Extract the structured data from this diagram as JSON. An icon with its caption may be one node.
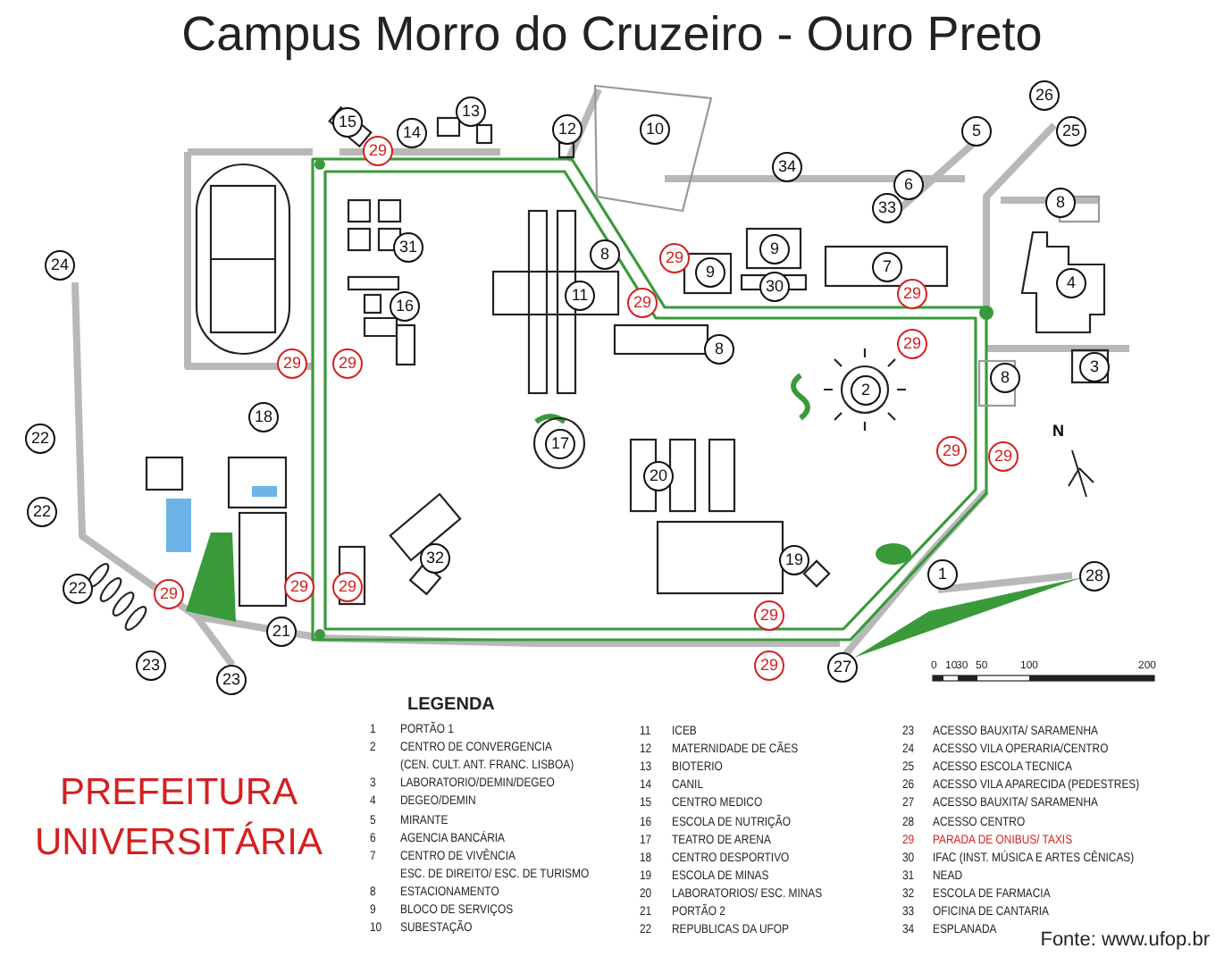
{
  "diagram": {
    "title": "Campus Morro do Cruzeiro - Ouro Preto",
    "caption": "Fonte: www.ufop.br",
    "labels": [
      "26",
      "15",
      "14",
      "13",
      "12",
      "10",
      "5",
      "25",
      "29",
      "34",
      "6",
      "8",
      "33",
      "31",
      "9",
      "8",
      "29",
      "24",
      "7",
      "9",
      "30",
      "29",
      "4",
      "16",
      "11",
      "29",
      "29",
      "8",
      "29",
      "29",
      "3",
      "8",
      "2",
      "18",
      "22",
      "17",
      "29",
      "29",
      "20",
      "22",
      "32",
      "19",
      "1",
      "28",
      "22",
      "29",
      "29",
      "29",
      "29",
      "21",
      "23",
      "29",
      "27",
      "23",
      "N",
      "0",
      "10",
      "30",
      "50",
      "100",
      "200",
      "LEGENDA",
      "PREFEITURA UNIVERSITÁRIA",
      "1",
      "PORTÃO 1",
      "2",
      "CENTRO DE CONVERGENCIA",
      "(CEN. CULT. ANT. FRANC. LISBOA)",
      "3",
      "LABORATORIO/DEMIN/DEGEO",
      "4",
      "DEGEO/DEMIN",
      "5",
      "MIRANTE",
      "6",
      "AGENCIA BANCÁRIA",
      "7",
      "CENTRO DE VIVÊNCIA",
      "ESC. DE DIREITO/ ESC. DE TURISMO",
      "8",
      "ESTACIONAMENTO",
      "9",
      "BLOCO DE SERVIÇOS",
      "10",
      "SUBESTAÇÃO",
      "11",
      "ICEB",
      "12",
      "MATERNIDADE DE CÃES",
      "13",
      "BIOTERIO",
      "14",
      "CANIL",
      "15",
      "CENTRO MEDICO",
      "16",
      "ESCOLA DE NUTRIÇÃO",
      "17",
      "TEATRO DE ARENA",
      "18",
      "CENTRO DESPORTIVO",
      "19",
      "ESCOLA DE MINAS",
      "20",
      "LABORATORIOS/ ESC. MINAS",
      "21",
      "PORTÃO 2",
      "22",
      "REPUBLICAS DA UFOP",
      "23",
      "ACESSO BAUXITA/ SARAMENHA",
      "24",
      "ACESSO VILA OPERARIA/CENTRO",
      "25",
      "ACESSO ESCOLA TECNICA",
      "26",
      "ACESSO VILA APARECIDA (PEDESTRES)",
      "27",
      "ACESSO BAUXITA/ SARAMENHA",
      "28",
      "ACESSO CENTRO",
      "29",
      "PARADA DE ONIBUS/ TAXIS",
      "30",
      "IFAC (INST. MÚSICA E ARTES CÊNICAS)",
      "31",
      "NEAD",
      "32",
      "ESCOLA DE FARMACIA",
      "33",
      "OFICINA DE CANTARIA",
      "34",
      "ESPLANADA"
    ]
  }
}
